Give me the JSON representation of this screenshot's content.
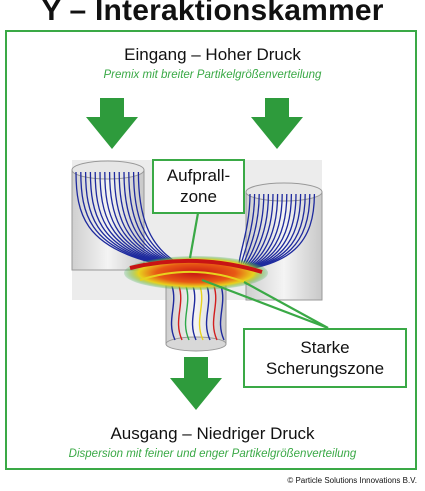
{
  "title": "Y – Interaktionskammer",
  "inlet": {
    "label": "Eingang – Hoher Druck",
    "sublabel": "Premix mit breiter Partikelgrößenverteilung"
  },
  "outlet": {
    "label": "Ausgang – Niedriger Druck",
    "sublabel": "Dispersion mit feiner und enger Partikelgrößenverteilung"
  },
  "callouts": {
    "impact_line1": "Aufprall-",
    "impact_line2": "zone",
    "shear_line1": "Starke",
    "shear_line2": "Scherungszone"
  },
  "copyright": "© Particle Solutions Innovations B.V.",
  "colors": {
    "accent_green": "#3aa946",
    "arrow_green": "#2e9b3c",
    "stream_blue": "#1e2a9e",
    "hot_red": "#d21e1e"
  }
}
